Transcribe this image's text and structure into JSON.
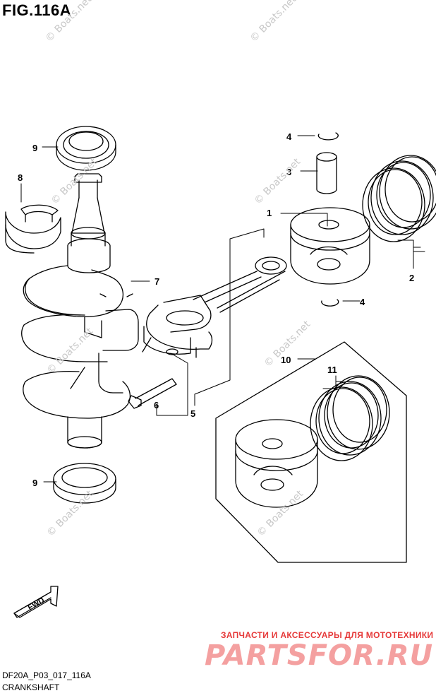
{
  "figure": {
    "title": "FIG.116A"
  },
  "callouts": [
    "9",
    "8",
    "7",
    "6",
    "5",
    "4",
    "3",
    "1",
    "2",
    "4",
    "10",
    "11",
    "9"
  ],
  "watermark": {
    "text": "© Boats.net",
    "color": "#c8c8c8"
  },
  "direction_arrow": {
    "label": "FWD"
  },
  "footer": {
    "code": "DF20A_P03_017_116A",
    "subtitle": "CRANKSHAFT"
  },
  "site_mark": {
    "caption": "ЗАПЧАСТИ И АКСЕССУАРЫ ДЛЯ МОТОТЕХНИКИ",
    "logo": "PARTSFOR.RU",
    "color": "#e63a3a"
  }
}
